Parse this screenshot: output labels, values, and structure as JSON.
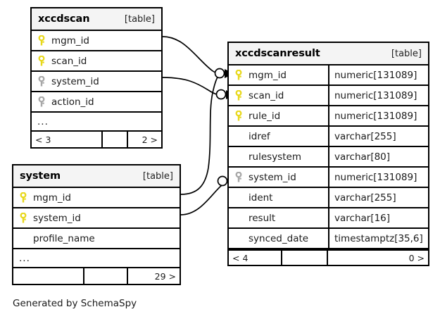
{
  "diagram": {
    "generator_caption": "Generated by SchemaSpy",
    "table_tag": "[table]",
    "ellipsis": "...",
    "key_pk_color": "#e8d81c",
    "key_fk_color": "#a8a8a8",
    "border_color": "#000000",
    "header_bg": "#f4f4f4",
    "page_bg": "#ffffff"
  },
  "tables": {
    "xccdscan": {
      "name": "xccdscan",
      "tag": "[table]",
      "columns": [
        {
          "name": "mgm_id",
          "key": "pk"
        },
        {
          "name": "scan_id",
          "key": "pk"
        },
        {
          "name": "system_id",
          "key": "fk"
        },
        {
          "name": "action_id",
          "key": "fk"
        }
      ],
      "more_indicator": "...",
      "footer": {
        "left": "< 3",
        "middle": "",
        "right": "2 >"
      }
    },
    "system": {
      "name": "system",
      "tag": "[table]",
      "columns": [
        {
          "name": "mgm_id",
          "key": "pk"
        },
        {
          "name": "system_id",
          "key": "pk"
        },
        {
          "name": "profile_name",
          "key": "none"
        }
      ],
      "more_indicator": "...",
      "footer": {
        "left": "",
        "middle": "",
        "right": "29 >"
      }
    },
    "xccdscanresult": {
      "name": "xccdscanresult",
      "tag": "[table]",
      "columns": [
        {
          "name": "mgm_id",
          "key": "pk",
          "type": "numeric[131089]"
        },
        {
          "name": "scan_id",
          "key": "pk",
          "type": "numeric[131089]"
        },
        {
          "name": "rule_id",
          "key": "pk",
          "type": "numeric[131089]"
        },
        {
          "name": "idref",
          "key": "none",
          "type": "varchar[255]"
        },
        {
          "name": "rulesystem",
          "key": "none",
          "type": "varchar[80]"
        },
        {
          "name": "system_id",
          "key": "fk",
          "type": "numeric[131089]"
        },
        {
          "name": "ident",
          "key": "none",
          "type": "varchar[255]"
        },
        {
          "name": "result",
          "key": "none",
          "type": "varchar[16]"
        },
        {
          "name": "synced_date",
          "key": "none",
          "type": "timestamptz[35,6]"
        }
      ],
      "footer": {
        "left": "< 4",
        "middle": "",
        "right": "0 >"
      }
    }
  },
  "relationships": [
    {
      "from": "xccdscan.mgm_id",
      "to": "xccdscanresult.mgm_id",
      "optional": true
    },
    {
      "from": "xccdscan.scan_id",
      "to": "xccdscanresult.scan_id",
      "optional": true
    },
    {
      "from": "system.mgm_id",
      "to": "xccdscanresult.mgm_id",
      "optional": true
    },
    {
      "from": "system.system_id",
      "to": "xccdscanresult.system_id",
      "optional": true
    }
  ]
}
